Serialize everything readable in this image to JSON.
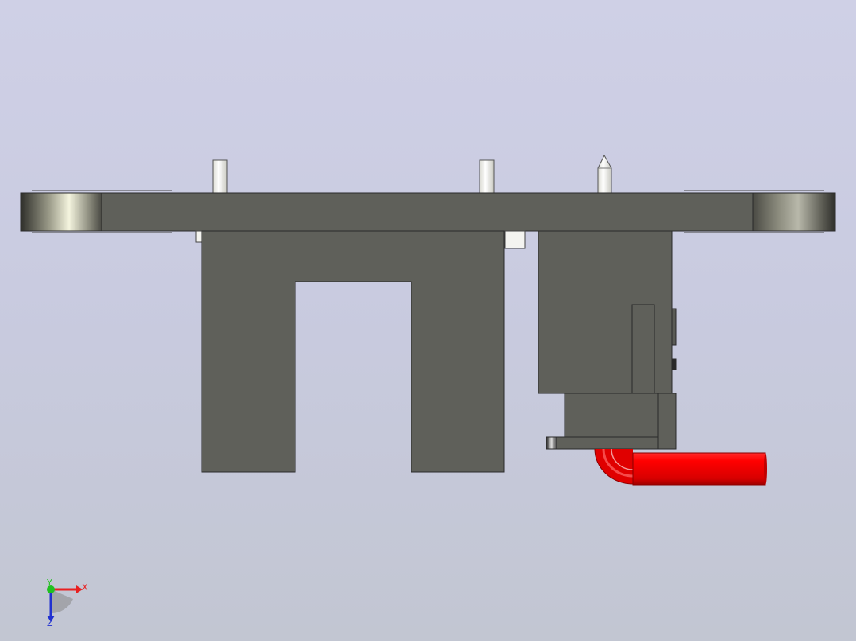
{
  "viewport": {
    "colors": {
      "background_top": "#cfd0e6",
      "background_bottom": "#c2c6d2",
      "body": "#5f605a",
      "edge": "#2a2a2a",
      "pin": "#f3f3ee",
      "cable": "#e80000"
    }
  },
  "triad": {
    "x_label": "X",
    "y_label": "Y",
    "z_label": "Z",
    "x_color": "#e82020",
    "y_color": "#20c020",
    "z_color": "#2030d0"
  }
}
